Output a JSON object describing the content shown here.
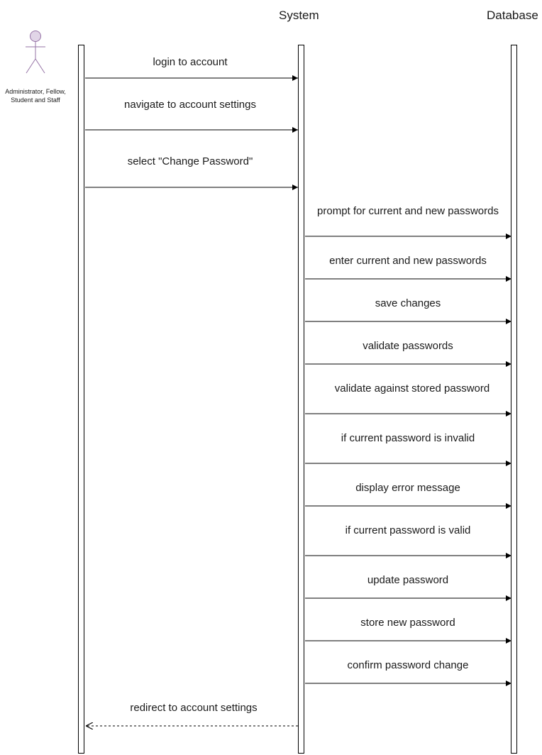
{
  "participants": {
    "actor": "Administrator, Fellow, Student and Staff",
    "system": "System",
    "database": "Database"
  },
  "colors": {
    "actor_fill": "#e1d5e7",
    "actor_stroke": "#9673a6",
    "line": "#000000"
  },
  "messages": [
    {
      "label": "login to account",
      "from": "actor",
      "to": "system",
      "style": "solid"
    },
    {
      "label": "navigate to account settings",
      "from": "actor",
      "to": "system",
      "style": "solid"
    },
    {
      "label": "select \"Change Password\"",
      "from": "actor",
      "to": "system",
      "style": "solid"
    },
    {
      "label": "prompt for current and new passwords",
      "from": "system",
      "to": "database",
      "style": "solid"
    },
    {
      "label": "enter current and new passwords",
      "from": "system",
      "to": "database",
      "style": "solid"
    },
    {
      "label": "save changes",
      "from": "system",
      "to": "database",
      "style": "solid"
    },
    {
      "label": "validate passwords",
      "from": "system",
      "to": "database",
      "style": "solid"
    },
    {
      "label": "validate against stored password",
      "from": "system",
      "to": "database",
      "style": "solid"
    },
    {
      "label": "if current password is invalid",
      "from": "system",
      "to": "database",
      "style": "solid"
    },
    {
      "label": "display error message",
      "from": "system",
      "to": "database",
      "style": "solid"
    },
    {
      "label": "if current password is valid",
      "from": "system",
      "to": "database",
      "style": "solid"
    },
    {
      "label": "update password",
      "from": "system",
      "to": "database",
      "style": "solid"
    },
    {
      "label": "store new password",
      "from": "system",
      "to": "database",
      "style": "solid"
    },
    {
      "label": "confirm password change",
      "from": "system",
      "to": "database",
      "style": "solid"
    },
    {
      "label": "redirect to account settings",
      "from": "system",
      "to": "actor",
      "style": "dashed"
    }
  ]
}
